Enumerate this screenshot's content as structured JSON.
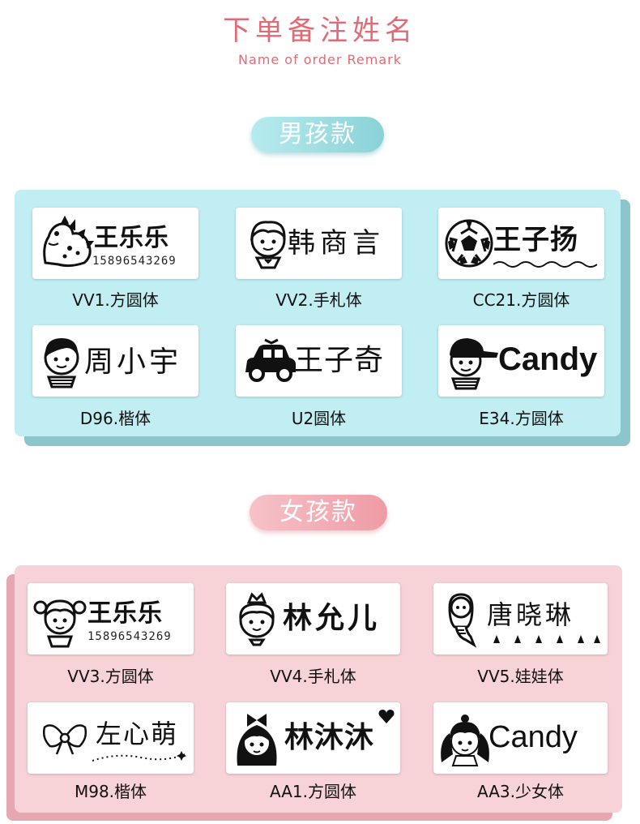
{
  "header": {
    "title": "下单备注姓名",
    "subtitle": "Name of order Remark"
  },
  "boys": {
    "heading": "男孩款",
    "cards": [
      {
        "name": "王乐乐",
        "phone": "15896543269",
        "label": "VV1.方圆体",
        "icon": "dinosaur-icon"
      },
      {
        "name": "韩商言",
        "label": "VV2.手札体",
        "icon": "boy-face-icon"
      },
      {
        "name": "王子扬",
        "label": "CC21.方圆体",
        "icon": "soccer-ball-icon"
      },
      {
        "name": "周小宇",
        "label": "D96.楷体",
        "icon": "boy-face-icon"
      },
      {
        "name": "王子奇",
        "label": "U2圆体",
        "icon": "car-icon"
      },
      {
        "name": "Candy",
        "label": "E34.方圆体",
        "icon": "boy-cap-icon"
      }
    ]
  },
  "girls": {
    "heading": "女孩款",
    "cards": [
      {
        "name": "王乐乐",
        "phone": "15896543269",
        "label": "VV3.方圆体",
        "icon": "girl-pigtails-icon"
      },
      {
        "name": "林允儿",
        "label": "VV4.手札体",
        "icon": "princess-icon"
      },
      {
        "name": "唐晓琳",
        "label": "VV5.娃娃体",
        "icon": "mermaid-icon"
      },
      {
        "name": "左心萌",
        "label": "M98.楷体",
        "icon": "bow-icon"
      },
      {
        "name": "林沐沐",
        "label": "AA1.方圆体",
        "icon": "girl-bow-icon"
      },
      {
        "name": "Candy",
        "label": "AA3.少女体",
        "icon": "girl-pigtails-icon"
      }
    ]
  },
  "colors": {
    "accent": "#e06b74",
    "boys_panel": "#c1eef3",
    "girls_panel": "#f7d3d8"
  }
}
